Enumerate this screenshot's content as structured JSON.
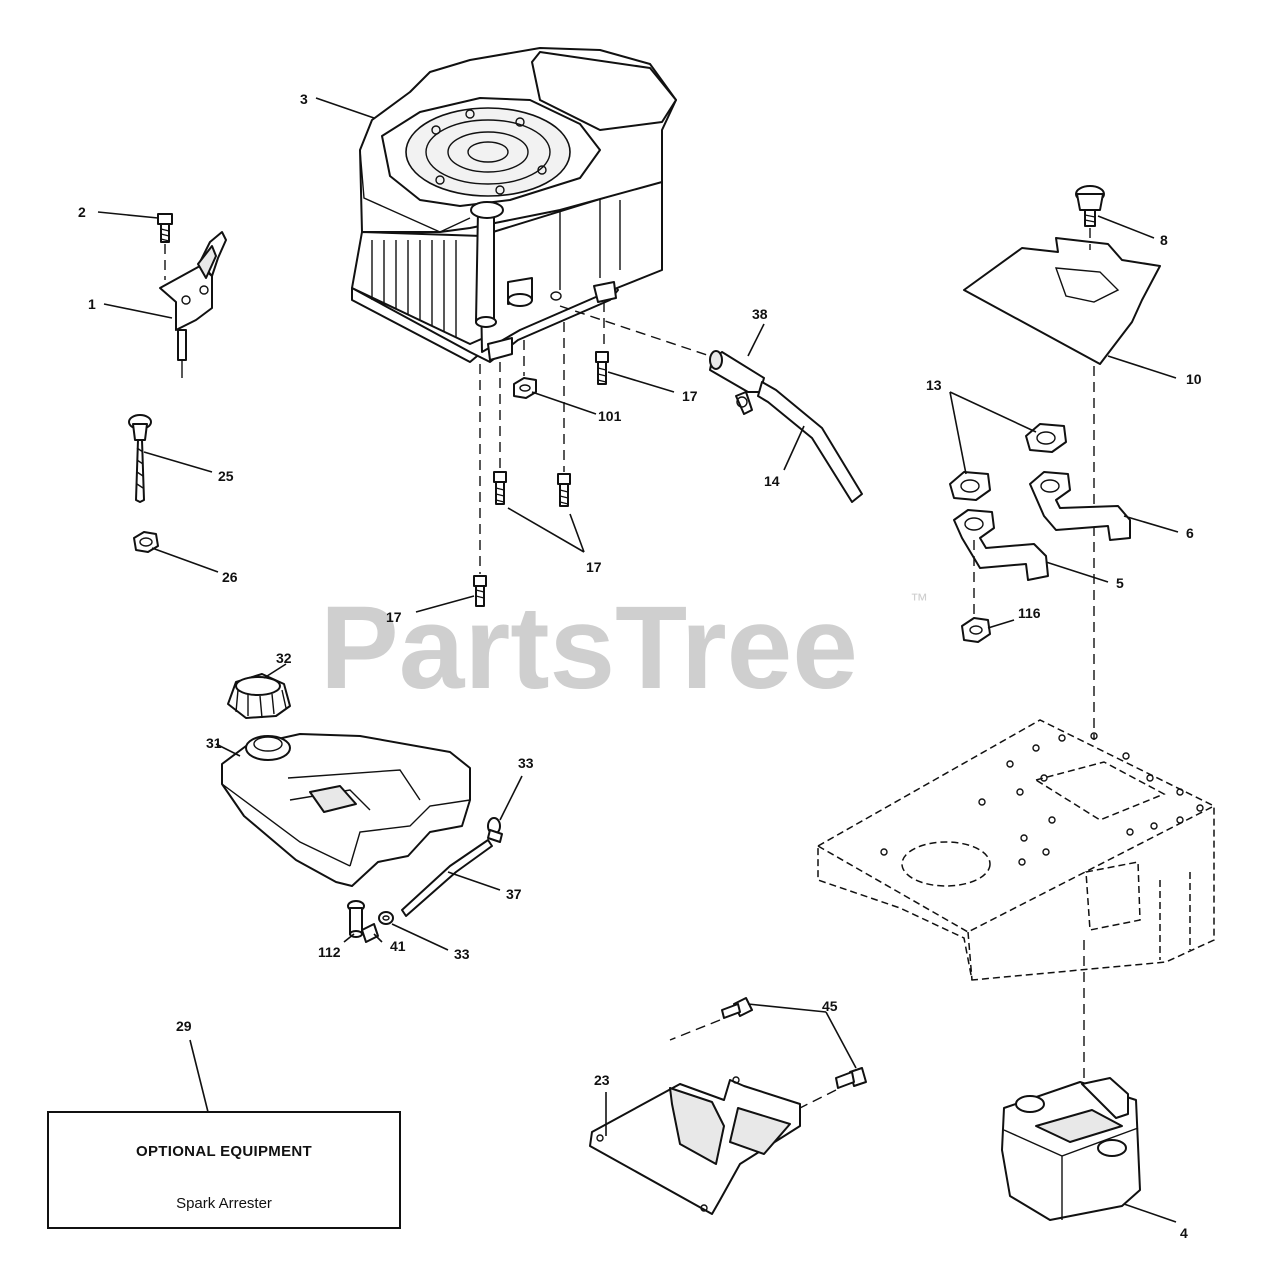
{
  "watermark": {
    "brand": "PartsTree",
    "trademark": "™"
  },
  "optional_box": {
    "title": "OPTIONAL EQUIPMENT",
    "subtitle": "Spark Arrester"
  },
  "callouts": {
    "c1": "1",
    "c2": "2",
    "c3": "3",
    "c4": "4",
    "c5": "5",
    "c6": "6",
    "c8": "8",
    "c10": "10",
    "c13": "13",
    "c14": "14",
    "c17a": "17",
    "c17b": "17",
    "c17c": "17",
    "c23": "23",
    "c25": "25",
    "c26": "26",
    "c29": "29",
    "c31": "31",
    "c32": "32",
    "c33a": "33",
    "c33b": "33",
    "c37": "37",
    "c38": "38",
    "c41": "41",
    "c45": "45",
    "c101": "101",
    "c112": "112",
    "c116": "116"
  }
}
